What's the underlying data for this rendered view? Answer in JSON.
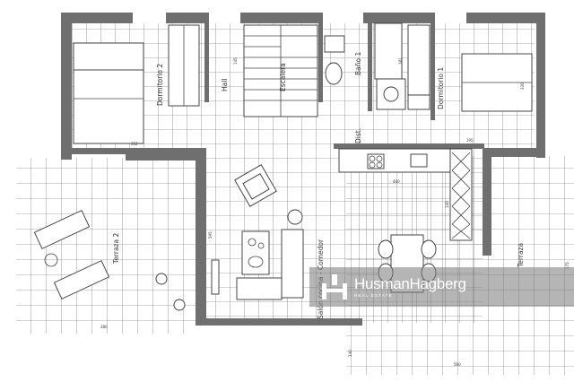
{
  "rooms": {
    "dormitorio_2": "Dormitorio 2",
    "hall": "Hall",
    "escalera": "Escalera",
    "bano_1": "Baño 1",
    "dormitorio_1": "Dormitorio 1",
    "terraza_2": "Terraza 2",
    "salon_comedor": "Salón cocina - Comedor",
    "terraza": "Terraza",
    "dist": "Dist."
  },
  "dimensions": {
    "d_top_left": "352",
    "d_top_mid": "145",
    "d_baño": "181",
    "d_right": "330",
    "d_top_kitchen": "195",
    "d_left": "595",
    "d_cocina": "480",
    "d_bottom_left": "280",
    "d_bottom_right": "560",
    "d_terraza_right": "175",
    "d_small": "140",
    "d_bottom_terraza": "140"
  },
  "watermark": {
    "brand": "HusmanHagberg",
    "subtitle": "REAL ESTATE"
  }
}
